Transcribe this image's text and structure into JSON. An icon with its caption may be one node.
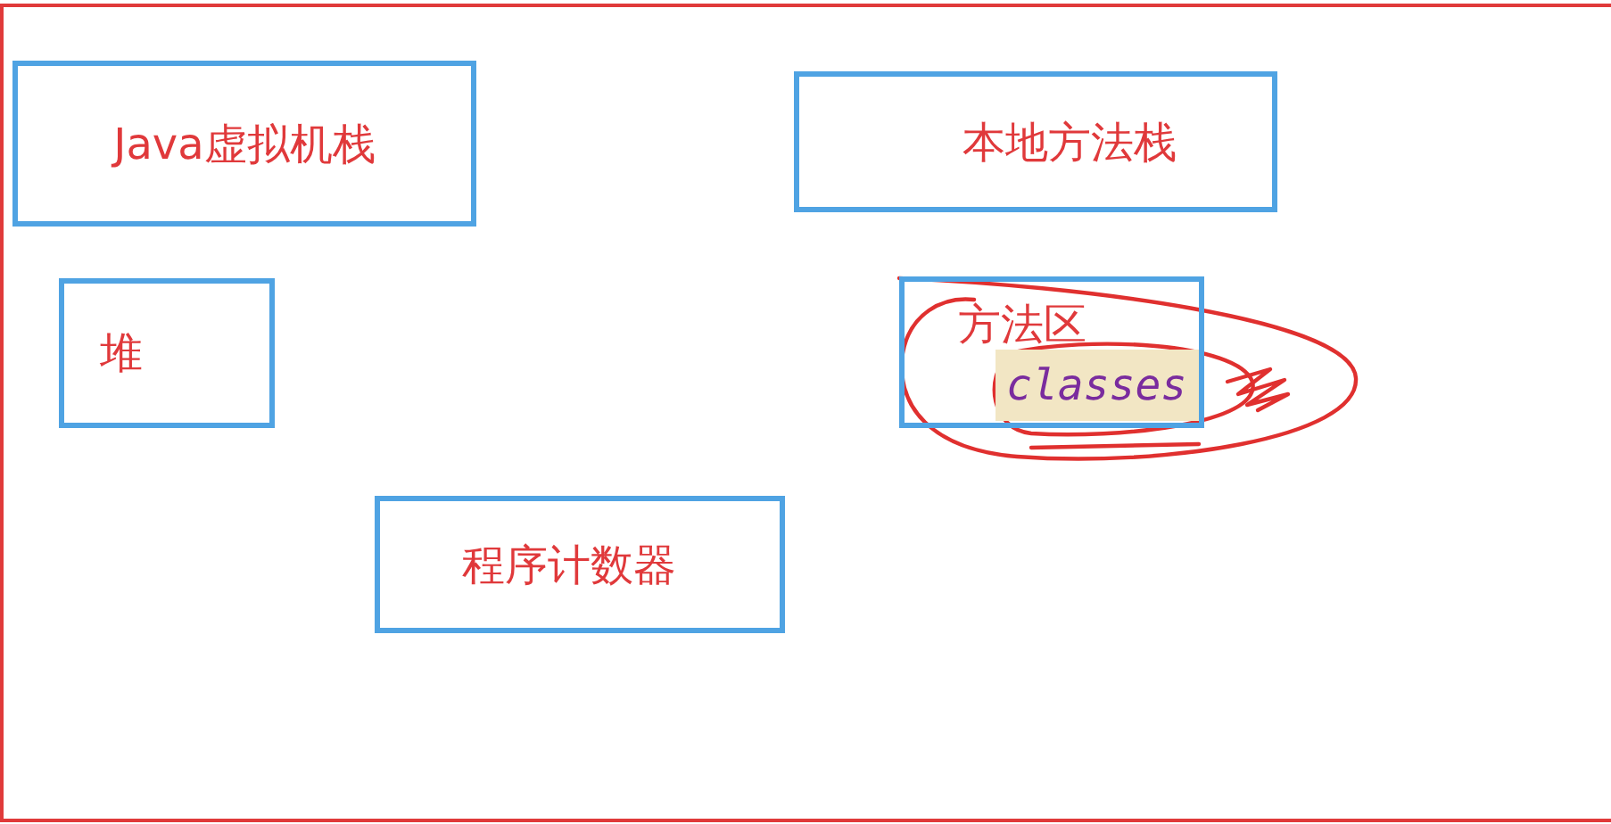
{
  "diagram": {
    "nodes": [
      {
        "text": [],
        "shape": "box"
      },
      {
        "text": [
          "Java虚拟机栈"
        ],
        "in": 0
      },
      {
        "text": [
          "本地方法栈"
        ],
        "in": 0
      },
      {
        "text": [
          "堆"
        ],
        "in": 0
      },
      {
        "text": [
          "方法区",
          "classes"
        ],
        "in": 0
      },
      {
        "text": [
          "程序计数器"
        ],
        "in": 0
      }
    ]
  }
}
